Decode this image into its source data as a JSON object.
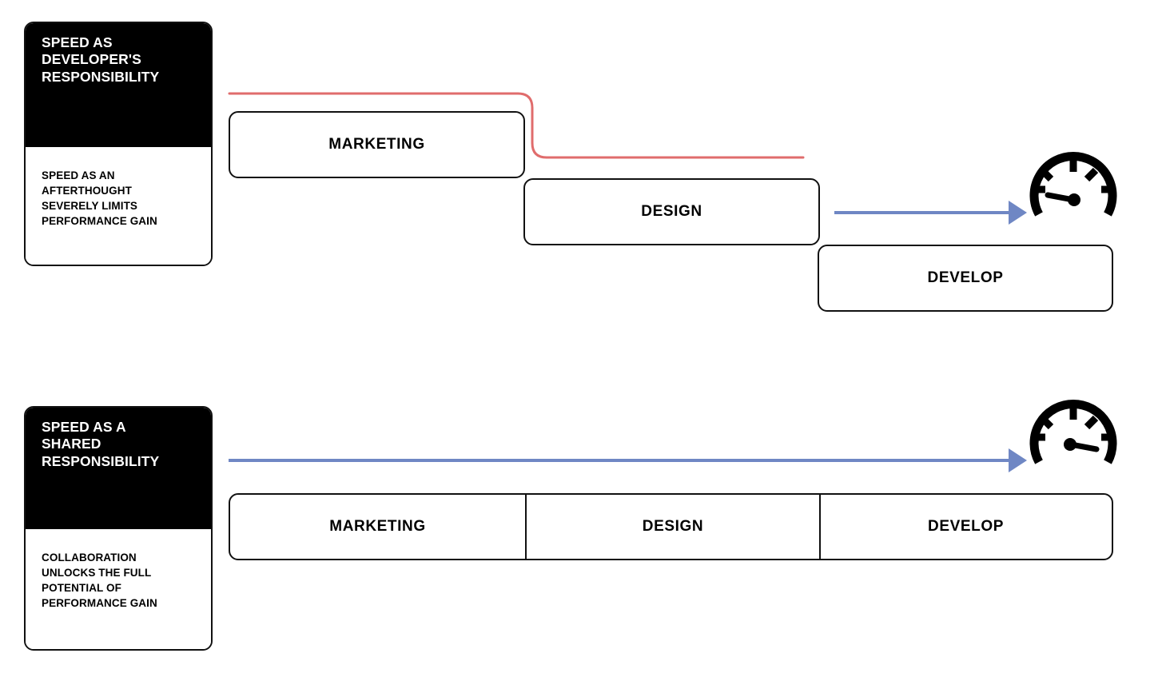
{
  "diagram": {
    "title": "Speed as developer's responsibility vs shared responsibility",
    "background_color": "#ffffff",
    "accent_colors": {
      "card_header_bg": "#000000",
      "card_header_text": "#ffffff",
      "box_border": "#111111",
      "box_text": "#000000",
      "red_path": "#e06c6c",
      "blue_arrow": "#6f87c4",
      "gauge": "#000000"
    }
  },
  "sections": [
    {
      "id": "sequential",
      "card": {
        "heading": "SPEED AS\nDEVELOPER'S\nRESPONSIBILITY",
        "body": "SPEED AS AN\nAFTERTHOUGHT\nSEVERELY LIMITS\nPERFORMANCE GAIN"
      },
      "stages": [
        {
          "label": "MARKETING"
        },
        {
          "label": "DESIGN"
        },
        {
          "label": "DEVELOP"
        }
      ],
      "gauge": {
        "name": "speedometer-low",
        "needle": "low"
      },
      "flow": {
        "red_path": true,
        "blue_arrow": true
      }
    },
    {
      "id": "shared",
      "card": {
        "heading": "SPEED AS A\nSHARED\nRESPONSIBILITY",
        "body": "COLLABORATION\nUNLOCKS THE FULL\nPOTENTIAL OF\nPERFORMANCE GAIN"
      },
      "stages": [
        {
          "label": "MARKETING"
        },
        {
          "label": "DESIGN"
        },
        {
          "label": "DEVELOP"
        }
      ],
      "gauge": {
        "name": "speedometer-high",
        "needle": "high"
      },
      "flow": {
        "red_path": false,
        "blue_arrow": true
      }
    }
  ]
}
